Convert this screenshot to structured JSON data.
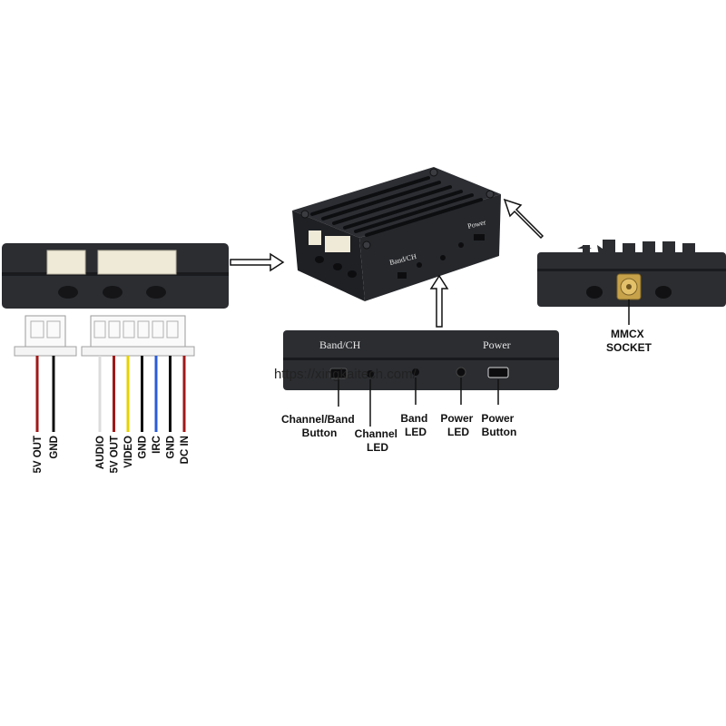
{
  "watermark": "https://xingkaitech.com/",
  "front_panel": {
    "band_ch_text": "Band/CH",
    "power_text": "Power"
  },
  "top_case": {
    "band_ch_text": "Band/CH",
    "power_text": "Power"
  },
  "callouts": {
    "channel_band_button": [
      "Channel/Band",
      "Button"
    ],
    "channel_led": [
      "Channel",
      "LED"
    ],
    "band_led": [
      "Band",
      "LED"
    ],
    "power_led": [
      "Power",
      "LED"
    ],
    "power_button": [
      "Power",
      "Button"
    ],
    "mmcx_socket": [
      "MMCX",
      "SOCKET"
    ]
  },
  "connector_2pin": {
    "wires": [
      {
        "label": "5V OUT",
        "color": "#a11818"
      },
      {
        "label": "GND",
        "color": "#111111"
      }
    ]
  },
  "connector_6pin": {
    "wires": [
      {
        "label": "AUDIO",
        "color": "#dcdcdc"
      },
      {
        "label": "5V OUT",
        "color": "#a11818"
      },
      {
        "label": "VIDEO",
        "color": "#e8d200"
      },
      {
        "label": "GND",
        "color": "#111111"
      },
      {
        "label": "IRC",
        "color": "#2a5bd7"
      },
      {
        "label": "GND",
        "color": "#111111"
      },
      {
        "label": "DC IN",
        "color": "#a11818"
      }
    ]
  }
}
